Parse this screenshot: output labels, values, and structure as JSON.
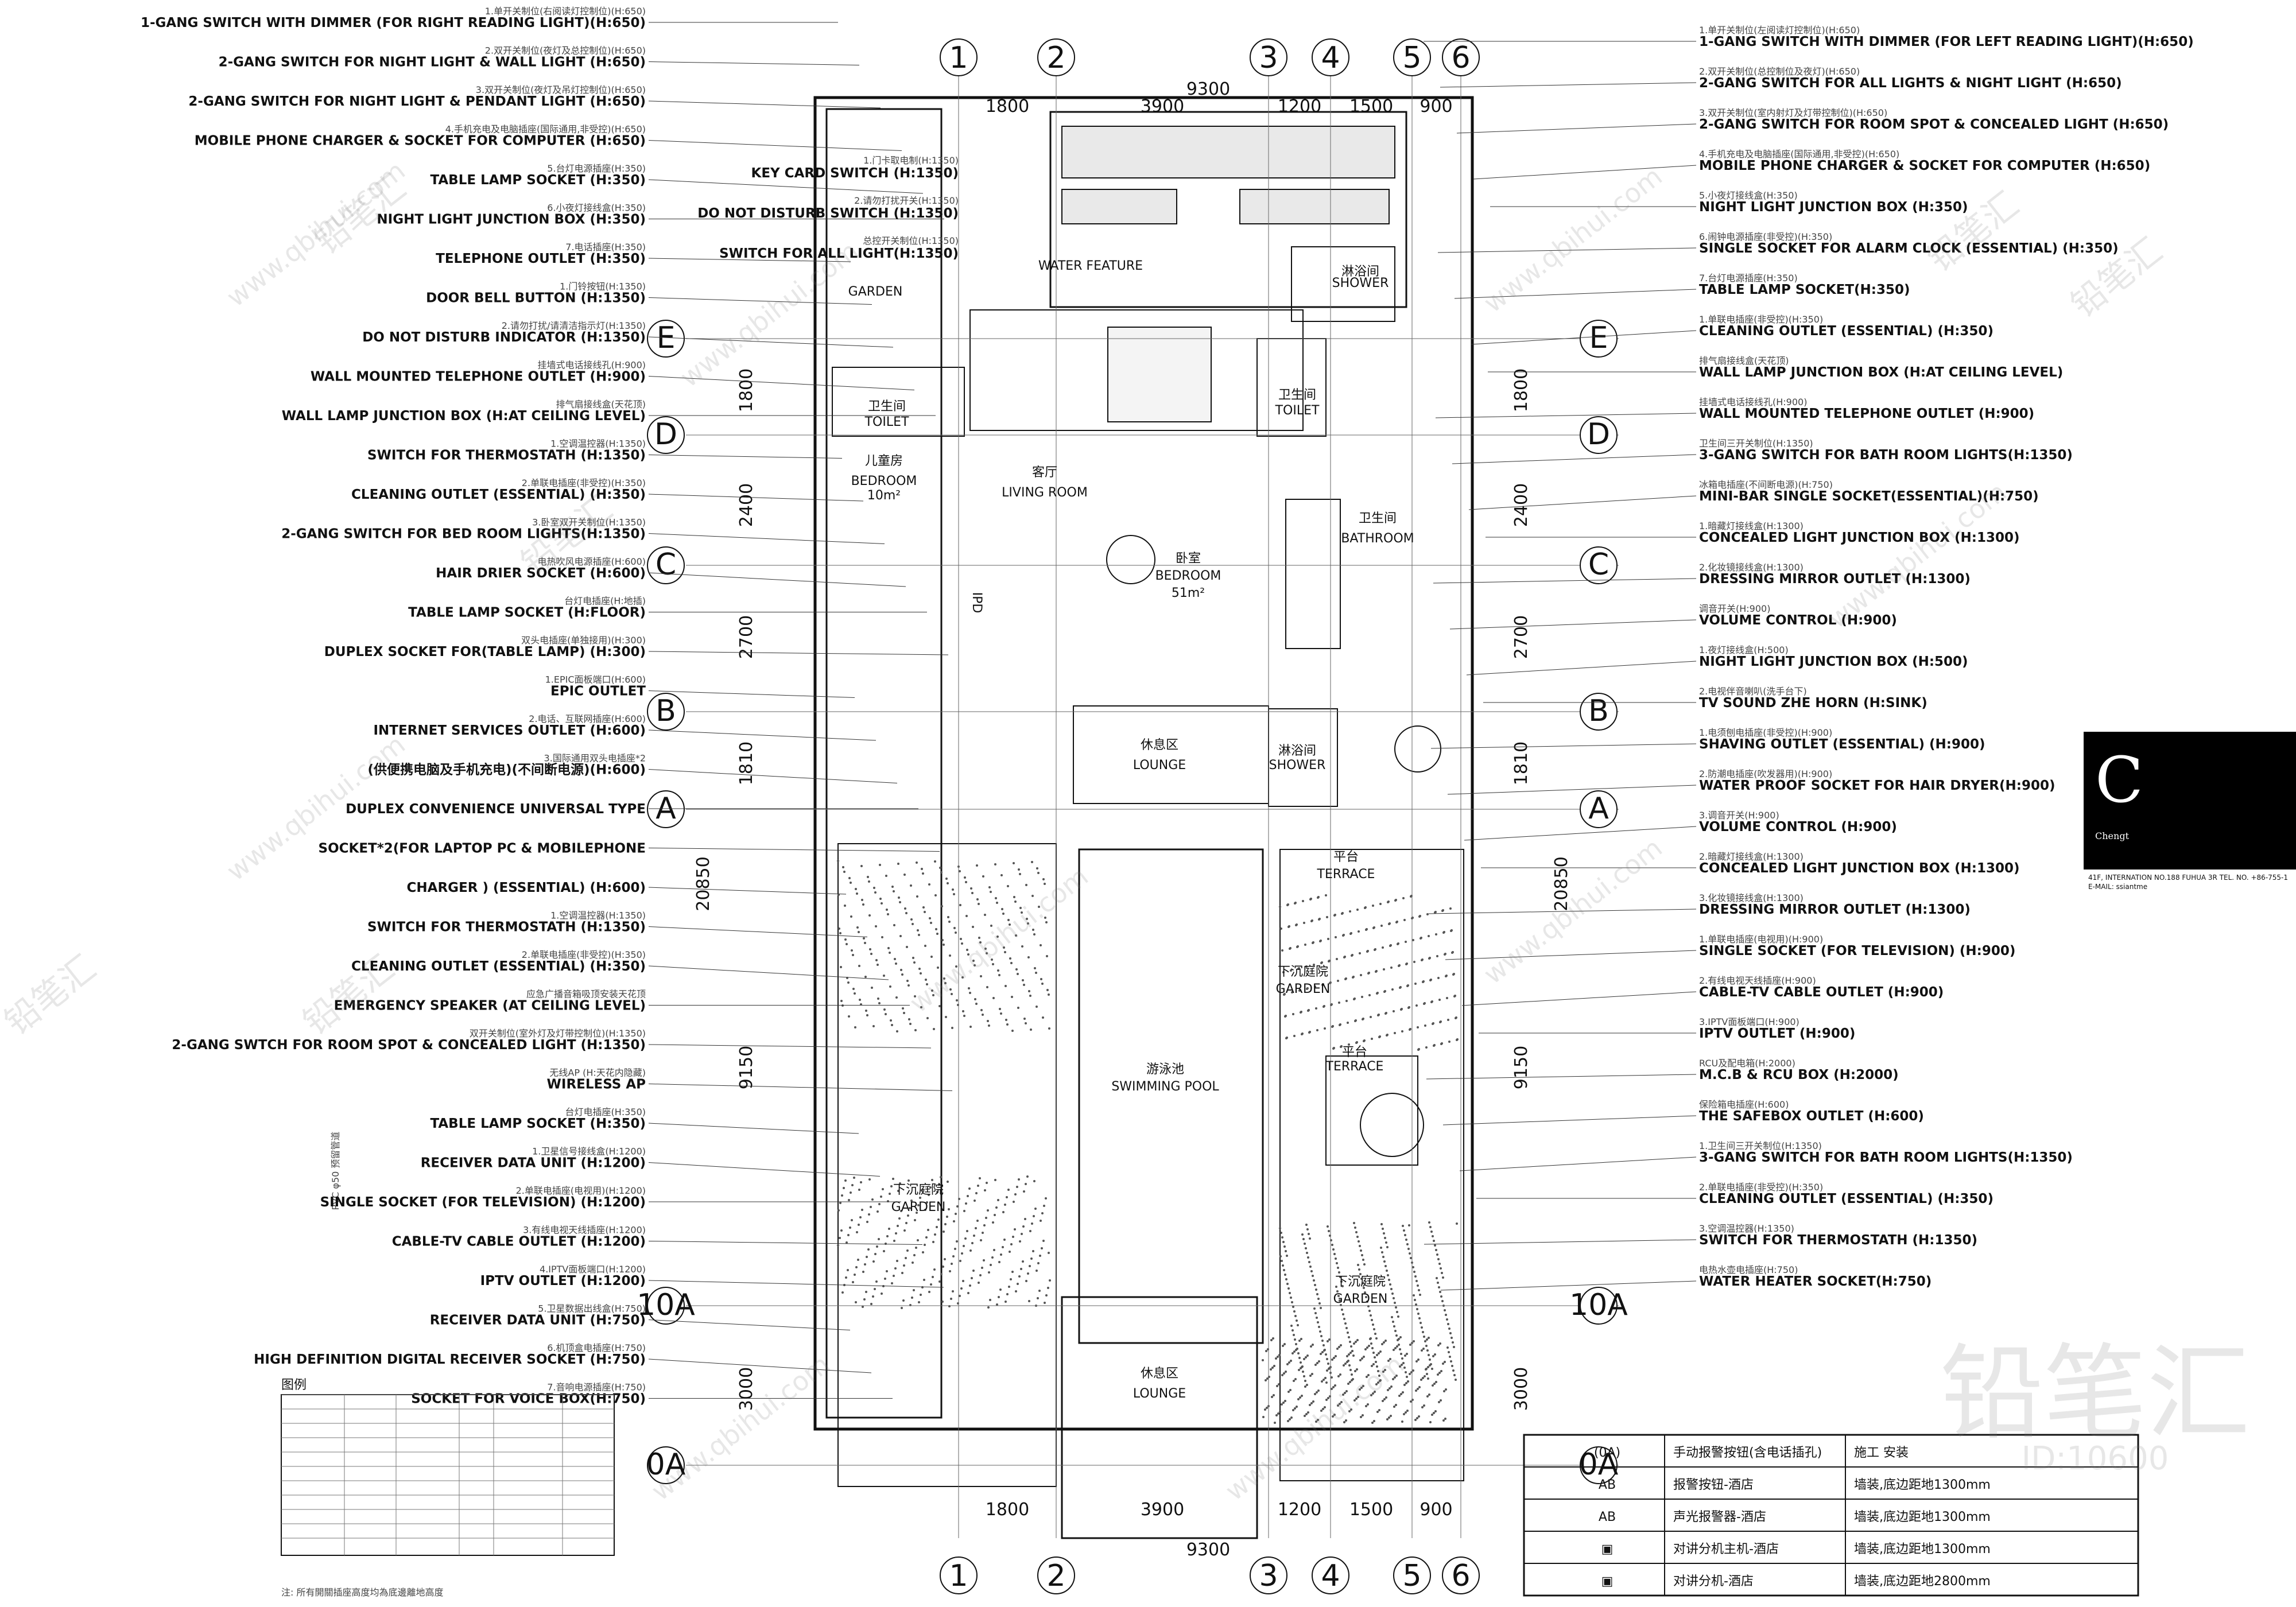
{
  "left_labels": [
    {
      "zh": "1.单开关制位(右阅读灯控制位)(H:650)",
      "en": "1-GANG SWITCH WITH DIMMER (FOR RIGHT READING LIGHT)(H:650)"
    },
    {
      "zh": "2.双开关制位(夜灯及总控制位)(H:650)",
      "en": "2-GANG SWITCH FOR NIGHT LIGHT & WALL LIGHT (H:650)"
    },
    {
      "zh": "3.双开关制位(夜灯及吊灯控制位)(H:650)",
      "en": "2-GANG SWITCH FOR NIGHT LIGHT & PENDANT LIGHT (H:650)"
    },
    {
      "zh": "4.手机充电及电脑插座(国际通用,非受控)(H:650)",
      "en": "MOBILE PHONE CHARGER & SOCKET FOR COMPUTER (H:650)"
    },
    {
      "zh": "5.台灯电源插座(H:350)",
      "en": "TABLE LAMP SOCKET (H:350)"
    },
    {
      "zh": "6.小夜灯接线盒(H:350)",
      "en": "NIGHT LIGHT JUNCTION BOX (H:350)"
    },
    {
      "zh": "7.电话插座(H:350)",
      "en": "TELEPHONE OUTLET (H:350)"
    },
    {
      "zh": "1.门铃按钮(H:1350)",
      "en": "DOOR BELL BUTTON (H:1350)"
    },
    {
      "zh": "2.请勿打扰/请清洁指示灯(H:1350)",
      "en": "DO NOT DISTURB INDICATOR (H:1350)"
    },
    {
      "zh": "挂墙式电话接线孔(H:900)",
      "en": "WALL MOUNTED TELEPHONE OUTLET (H:900)"
    },
    {
      "zh": "排气扇接线盒(天花顶)",
      "en": "WALL LAMP JUNCTION BOX (H:AT CEILING LEVEL)"
    },
    {
      "zh": "1.空调温控器(H:1350)",
      "en": "SWITCH FOR THERMOSTATH (H:1350)"
    },
    {
      "zh": "2.单联电插座(非受控)(H:350)",
      "en": "CLEANING OUTLET (ESSENTIAL) (H:350)"
    },
    {
      "zh": "3.卧室双开关制位(H:1350)",
      "en": "2-GANG SWITCH FOR BED ROOM LIGHTS(H:1350)"
    },
    {
      "zh": "电热吹风电源插座(H:600)",
      "en": "HAIR DRIER SOCKET (H:600)"
    },
    {
      "zh": "台灯电插座(H:地插)",
      "en": "TABLE LAMP SOCKET (H:FLOOR)"
    },
    {
      "zh": "双头电插座(单独接用)(H:300)",
      "en": "DUPLEX SOCKET FOR(TABLE LAMP) (H:300)"
    },
    {
      "zh": "1.EPIC面板端口(H:600)",
      "en": "EPIC OUTLET"
    },
    {
      "zh": "2.电话、互联网插座(H:600)",
      "en": "INTERNET SERVICES OUTLET (H:600)"
    },
    {
      "zh": "3.国际通用双头电插座*2",
      "en": "(供便携电脑及手机充电)(不间断电源)(H:600)"
    },
    {
      "zh": "",
      "en": "DUPLEX CONVENIENCE UNIVERSAL TYPE"
    },
    {
      "zh": "",
      "en": "SOCKET*2(FOR LAPTOP PC & MOBILEPHONE"
    },
    {
      "zh": "",
      "en": "CHARGER ) (ESSENTIAL) (H:600)"
    },
    {
      "zh": "1.空调温控器(H:1350)",
      "en": "SWITCH FOR THERMOSTATH (H:1350)"
    },
    {
      "zh": "2.单联电插座(非受控)(H:350)",
      "en": "CLEANING OUTLET (ESSENTIAL) (H:350)"
    },
    {
      "zh": "应急广播音箱吸顶安装天花顶",
      "en": "EMERGENCY SPEAKER (AT CEILING LEVEL)"
    },
    {
      "zh": "双开关制位(室外灯及灯带控制位)(H:1350)",
      "en": "2-GANG SWTCH FOR ROOM SPOT & CONCEALED LIGHT (H:1350)"
    },
    {
      "zh": "无线AP (H:天花内隐藏)",
      "en": "WIRELESS AP"
    },
    {
      "zh": "台灯电插座(H:350)",
      "en": "TABLE LAMP SOCKET (H:350)"
    },
    {
      "zh": "1.卫星信号接线盒(H:1200)",
      "en": "RECEIVER DATA UNIT (H:1200)"
    },
    {
      "zh": "2.单联电插座(电视用)(H:1200)",
      "en": "SINGLE SOCKET (FOR TELEVISION) (H:1200)"
    },
    {
      "zh": "3.有线电视天线插座(H:1200)",
      "en": "CABLE-TV CABLE OUTLET (H:1200)"
    },
    {
      "zh": "4.IPTV面板端口(H:1200)",
      "en": "IPTV OUTLET (H:1200)"
    },
    {
      "zh": "5.卫星数据出线盒(H:750)",
      "en": "RECEIVER DATA UNIT (H:750)"
    },
    {
      "zh": "6.机顶盒电插座(H:750)",
      "en": "HIGH DEFINITION DIGITAL RECEIVER SOCKET (H:750)"
    },
    {
      "zh": "7.音响电源插座(H:750)",
      "en": "SOCKET FOR VOICE BOX(H:750)"
    }
  ],
  "right_labels": [
    {
      "zh": "1.单开关制位(左阅读灯控制位)(H:650)",
      "en": "1-GANG SWITCH WITH DIMMER (FOR LEFT READING LIGHT)(H:650)"
    },
    {
      "zh": "2.双开关制位(总控制位及夜灯)(H:650)",
      "en": "2-GANG SWITCH FOR ALL LIGHTS & NIGHT LIGHT (H:650)"
    },
    {
      "zh": "3.双开关制位(室内射灯及灯带控制位)(H:650)",
      "en": "2-GANG SWITCH FOR ROOM SPOT & CONCEALED LIGHT (H:650)"
    },
    {
      "zh": "4.手机充电及电脑插座(国际通用,非受控)(H:650)",
      "en": "MOBILE PHONE CHARGER & SOCKET FOR COMPUTER (H:650)"
    },
    {
      "zh": "5.小夜灯接线盒(H:350)",
      "en": "NIGHT LIGHT JUNCTION BOX (H:350)"
    },
    {
      "zh": "6.闹钟电源插座(非受控)(H:350)",
      "en": "SINGLE SOCKET FOR ALARM CLOCK (ESSENTIAL) (H:350)"
    },
    {
      "zh": "7.台灯电源插座(H:350)",
      "en": "TABLE LAMP SOCKET(H:350)"
    },
    {
      "zh": "1.单联电插座(非受控)(H:350)",
      "en": "CLEANING OUTLET (ESSENTIAL) (H:350)"
    },
    {
      "zh": "排气扇接线盒(天花顶)",
      "en": "WALL LAMP JUNCTION BOX (H:AT CEILING LEVEL)"
    },
    {
      "zh": "挂墙式电话接线孔(H:900)",
      "en": "WALL MOUNTED TELEPHONE OUTLET (H:900)"
    },
    {
      "zh": "卫生间三开关制位(H:1350)",
      "en": "3-GANG SWITCH FOR BATH ROOM LIGHTS(H:1350)"
    },
    {
      "zh": "冰箱电插座(不间断电源)(H:750)",
      "en": "MINI-BAR SINGLE SOCKET(ESSENTIAL)(H:750)"
    },
    {
      "zh": "1.暗藏灯接线盒(H:1300)",
      "en": "CONCEALED LIGHT JUNCTION BOX (H:1300)"
    },
    {
      "zh": "2.化妆镜接线盒(H:1300)",
      "en": "DRESSING MIRROR OUTLET (H:1300)"
    },
    {
      "zh": "调音开关(H:900)",
      "en": "VOLUME CONTROL (H:900)"
    },
    {
      "zh": "1.夜灯接线盒(H:500)",
      "en": "NIGHT LIGHT JUNCTION BOX (H:500)"
    },
    {
      "zh": "2.电视伴音喇叭(洗手台下)",
      "en": "TV SOUND ZHE HORN (H:SINK)"
    },
    {
      "zh": "1.电须刨电插座(非受控)(H:900)",
      "en": "SHAVING OUTLET (ESSENTIAL) (H:900)"
    },
    {
      "zh": "2.防潮电插座(吹发器用)(H:900)",
      "en": "WATER PROOF SOCKET FOR HAIR DRYER(H:900)"
    },
    {
      "zh": "3.调音开关(H:900)",
      "en": "VOLUME CONTROL (H:900)"
    },
    {
      "zh": "2.暗藏灯接线盒(H:1300)",
      "en": "CONCEALED LIGHT JUNCTION BOX (H:1300)"
    },
    {
      "zh": "3.化妆镜接线盒(H:1300)",
      "en": "DRESSING MIRROR OUTLET (H:1300)"
    },
    {
      "zh": "1.单联电插座(电视用)(H:900)",
      "en": "SINGLE SOCKET (FOR TELEVISION) (H:900)"
    },
    {
      "zh": "2.有线电视天线插座(H:900)",
      "en": "CABLE-TV CABLE OUTLET (H:900)"
    },
    {
      "zh": "3.IPTV面板端口(H:900)",
      "en": "IPTV OUTLET (H:900)"
    },
    {
      "zh": "RCU及配电箱(H:2000)",
      "en": "M.C.B & RCU BOX (H:2000)"
    },
    {
      "zh": "保险箱电插座(H:600)",
      "en": "THE SAFEBOX OUTLET (H:600)"
    },
    {
      "zh": "1.卫生间三开关制位(H:1350)",
      "en": "3-GANG SWITCH FOR BATH ROOM LIGHTS(H:1350)"
    },
    {
      "zh": "2.单联电插座(非受控)(H:350)",
      "en": "CLEANING OUTLET (ESSENTIAL) (H:350)"
    },
    {
      "zh": "3.空调温控器(H:1350)",
      "en": "SWITCH FOR THERMOSTATH (H:1350)"
    },
    {
      "zh": "电热水壶电插座(H:750)",
      "en": "WATER HEATER SOCKET(H:750)"
    }
  ],
  "entry_labels": [
    {
      "zh": "1.门卡取电制(H:1350)",
      "en": "KEY CARD SWITCH (H:1350)"
    },
    {
      "zh": "2.请勿打扰开关(H:1350)",
      "en": "DO NOT DISTURB SWITCH (H:1350)"
    },
    {
      "zh": "总控开关制位(H:1350)",
      "en": "SWITCH FOR ALL LIGHT(H:1350)"
    }
  ],
  "rooms": {
    "garden_top": "GARDEN",
    "water_feature": "WATER FEATURE",
    "shower_top_zh": "淋浴间",
    "shower_top": "SHOWER",
    "toilet_left_zh": "卫生间",
    "toilet_left": "TOILET",
    "toilet_right_zh": "卫生间",
    "toilet_right": "TOILET",
    "kids_room_zh": "儿童房",
    "kids_room": "BEDROOM",
    "kids_area": "10m²",
    "living_zh": "客厅",
    "living": "LIVING ROOM",
    "bedroom_zh": "卧室",
    "bedroom": "BEDROOM",
    "bedroom_area": "51m²",
    "bath_zh": "卫生间",
    "bath": "BATHROOM",
    "lounge_zh": "休息区",
    "lounge": "LOUNGE",
    "shower_mid_zh": "淋浴间",
    "shower_mid": "SHOWER",
    "terrace_zh": "平台",
    "terrace": "TERRACE",
    "sunken_garden_zh": "下沉庭院",
    "sunken_garden": "GARDEN",
    "terrace2_zh": "平台",
    "terrace2": "TERRACE",
    "pool_zh": "游泳池",
    "pool": "SWIMMING POOL",
    "sunken_garden_left_zh": "下沉庭院",
    "sunken_garden_left": "GARDEN",
    "sunken_garden_right_zh": "下沉庭院",
    "sunken_garden_right": "GARDEN",
    "lounge_bottom_zh": "休息区",
    "lounge_bottom": "LOUNGE",
    "ipd_tag": "IPD",
    "pvc_tag": "PVC φ50 预留管道"
  },
  "grid": {
    "cols": [
      "1",
      "2",
      "3",
      "4",
      "5",
      "6"
    ],
    "rows": [
      "E",
      "D",
      "C",
      "B",
      "A",
      "10A",
      "0A"
    ]
  },
  "dims": {
    "top_total": "9300",
    "top_segments": [
      "1800",
      "3900",
      "1200",
      "1500",
      "900"
    ],
    "bottom_total": "9300",
    "bottom_segments": [
      "1800",
      "3900",
      "1200",
      "1500",
      "900"
    ],
    "vertical": [
      "1800",
      "2400",
      "2700",
      "1810",
      "9150",
      "3000"
    ],
    "overall": "20850"
  },
  "legend": {
    "title": "图例",
    "note": "注: 所有開關插座高度均為底邊離地高度"
  },
  "table": {
    "rows": [
      {
        "symbol": "(0A)",
        "desc": "手动报警按钮(含电话插孔)",
        "spec": "施工 安装"
      },
      {
        "symbol": "AB",
        "desc": "报警按钮-酒店",
        "spec": "墙装,底边距地1300mm"
      },
      {
        "symbol": "AB",
        "desc": "声光报警器-酒店",
        "spec": "墙装,底边距地1300mm"
      },
      {
        "symbol": "▣",
        "desc": "对讲分机主机-酒店",
        "spec": "墙装,底边距地1300mm"
      },
      {
        "symbol": "▣",
        "desc": "对讲分机-酒店",
        "spec": "墙装,底边距地2800mm"
      }
    ]
  },
  "logo": {
    "letter": "C",
    "name": "Chengt",
    "address": "41F, INTERNATION NO.188 FUHUA 3R TEL. NO. +86-755-1 E-MAIL: ssiantme"
  },
  "watermark": {
    "brand": "铅笔汇",
    "site": "www.qbihui.com",
    "id": "ID:10600"
  }
}
